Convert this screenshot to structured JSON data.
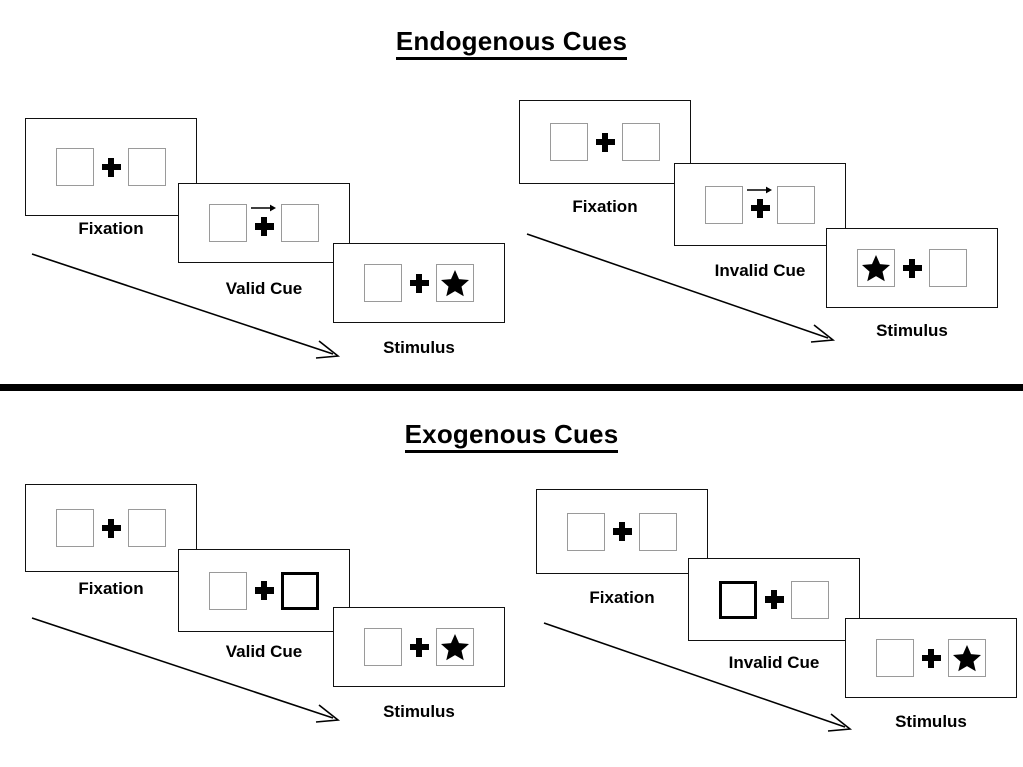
{
  "figure": {
    "caption_type": "spatial-cueing-paradigm-diagram"
  },
  "sections": [
    {
      "id": "endogenous",
      "title": "Endogenous Cues",
      "cascades": [
        {
          "id": "endogenous-valid",
          "validity": "valid",
          "frames": [
            {
              "label": "Fixation",
              "cue_type": "none",
              "left_box": "empty",
              "right_box": "empty",
              "cue_side": "none"
            },
            {
              "label": "Valid Cue",
              "cue_type": "arrow",
              "left_box": "empty",
              "right_box": "empty",
              "cue_side": "right",
              "arrow_direction": "right"
            },
            {
              "label": "Stimulus",
              "cue_type": "none",
              "left_box": "empty",
              "right_box": "star",
              "target_side": "right"
            }
          ]
        },
        {
          "id": "endogenous-invalid",
          "validity": "invalid",
          "frames": [
            {
              "label": "Fixation",
              "cue_type": "none",
              "left_box": "empty",
              "right_box": "empty",
              "cue_side": "none"
            },
            {
              "label": "Invalid Cue",
              "cue_type": "arrow",
              "left_box": "empty",
              "right_box": "empty",
              "cue_side": "right",
              "arrow_direction": "right"
            },
            {
              "label": "Stimulus",
              "cue_type": "none",
              "left_box": "star",
              "right_box": "empty",
              "target_side": "left"
            }
          ]
        }
      ]
    },
    {
      "id": "exogenous",
      "title": "Exogenous Cues",
      "cascades": [
        {
          "id": "exogenous-valid",
          "validity": "valid",
          "frames": [
            {
              "label": "Fixation",
              "cue_type": "none",
              "left_box": "empty",
              "right_box": "empty",
              "cue_side": "none"
            },
            {
              "label": "Valid Cue",
              "cue_type": "box-flash",
              "left_box": "empty",
              "right_box": "cued",
              "cue_side": "right"
            },
            {
              "label": "Stimulus",
              "cue_type": "none",
              "left_box": "empty",
              "right_box": "star",
              "target_side": "right"
            }
          ]
        },
        {
          "id": "exogenous-invalid",
          "validity": "invalid",
          "frames": [
            {
              "label": "Fixation",
              "cue_type": "none",
              "left_box": "empty",
              "right_box": "empty",
              "cue_side": "none"
            },
            {
              "label": "Invalid Cue",
              "cue_type": "box-flash",
              "left_box": "cued",
              "right_box": "empty",
              "cue_side": "left"
            },
            {
              "label": "Stimulus",
              "cue_type": "none",
              "left_box": "empty",
              "right_box": "star",
              "target_side": "right"
            }
          ]
        }
      ]
    }
  ],
  "time_arrows": [
    {
      "id": "time-arrow-endogenous-valid",
      "direction": "down-right"
    },
    {
      "id": "time-arrow-endogenous-invalid",
      "direction": "down-right"
    },
    {
      "id": "time-arrow-exogenous-valid",
      "direction": "down-right"
    },
    {
      "id": "time-arrow-exogenous-invalid",
      "direction": "down-right"
    }
  ],
  "colors": {
    "background": "#ffffff",
    "panel_border": "#111111",
    "box_border": "#9a9a9a",
    "cued_box_border": "#000000",
    "ink": "#000000",
    "divider": "#000000"
  }
}
